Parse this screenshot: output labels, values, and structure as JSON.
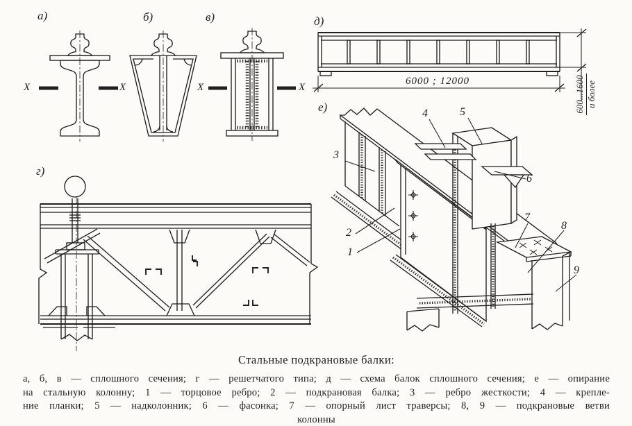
{
  "figure": {
    "title_context": "Стальные подкрановые балки",
    "section_labels": {
      "a": "а)",
      "b": "б)",
      "v": "в)",
      "g": "г)",
      "d": "д)",
      "e": "е)"
    },
    "axis_mark": "X",
    "dimensions": {
      "length": "6000 ; 12000",
      "height_range": "600...1600",
      "height_more": "и более"
    },
    "part_labels": {
      "n1": "1",
      "n2": "2",
      "n3": "3",
      "n4": "4",
      "n5": "5",
      "n6": "6",
      "n7": "7",
      "n8": "8",
      "n9": "9"
    },
    "colors": {
      "ink": "#1f1f1f",
      "paper": "#fcfbf7"
    }
  },
  "caption": {
    "title": "Стальные подкрановые балки:",
    "legend_lines": [
      "а, б, в — сплошного сечения; г — решетчатого типа; д — схема балок сплошного сечения; е — опирание",
      "на стальную колонну; 1 — торцовое ребро; 2 — подкрановая балка; 3 — ребро жесткости; 4 — крепле-",
      "ние планки; 5 — надколонник; 6 — фасонка; 7 — опорный лист траверсы; 8, 9 — подкрановые ветви",
      "колонны"
    ]
  }
}
